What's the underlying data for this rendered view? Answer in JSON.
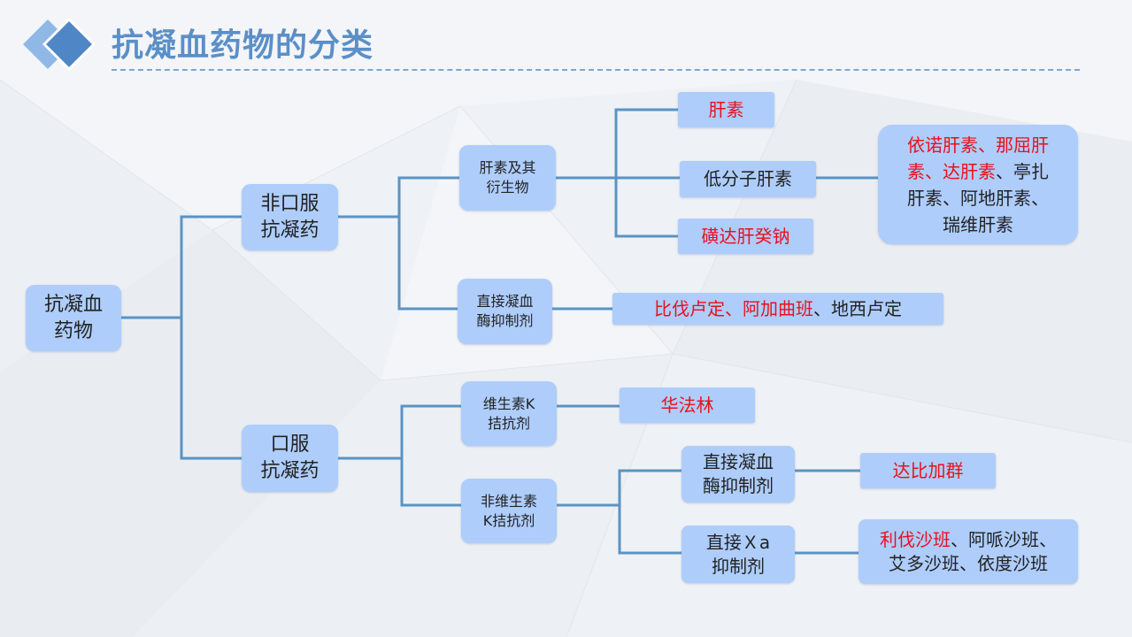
{
  "title": "抗凝血药物的分类",
  "colors": {
    "node_fill": "#aecdfb",
    "line": "#5b93c3",
    "highlight": "#e8101e",
    "title": "#5b8fc7"
  },
  "tree": {
    "root": {
      "line1": "抗凝血",
      "line2": "药物"
    },
    "non_oral": {
      "line1": "非口服",
      "line2": "抗凝药",
      "heparin_group": {
        "line1": "肝素及其",
        "line2": "衍生物"
      },
      "heparin": "肝素",
      "lmwh": "低分子肝素",
      "lmwh_list": {
        "line1a": "依诺肝素、那屈肝",
        "line2a": "素、达肝素",
        "line2b": "、亭扎",
        "line3": "肝素、阿地肝素、",
        "line4": "瑞维肝素"
      },
      "fondaparinux": "磺达肝癸钠",
      "thrombin_inhib": {
        "line1": "直接凝血",
        "line2": "酶抑制剂"
      },
      "thrombin_list": {
        "red": "比伐卢定、阿加曲班",
        "rest": "、地西卢定"
      }
    },
    "oral": {
      "line1": "口服",
      "line2": "抗凝药",
      "vitk": {
        "line1": "维生素K",
        "line2": "拮抗剂"
      },
      "warfarin": "华法林",
      "non_vitk": {
        "line1": "非维生素",
        "line2": "K拮抗剂"
      },
      "dti": {
        "line1": "直接凝血",
        "line2": "酶抑制剂"
      },
      "dabigatran": "达比加群",
      "xa": {
        "line1": "直接Ｘa",
        "line2": "抑制剂"
      },
      "xa_list": {
        "red": "利伐沙班",
        "line1rest": "、阿哌沙班、",
        "line2": "艾多沙班、依度沙班"
      }
    }
  }
}
